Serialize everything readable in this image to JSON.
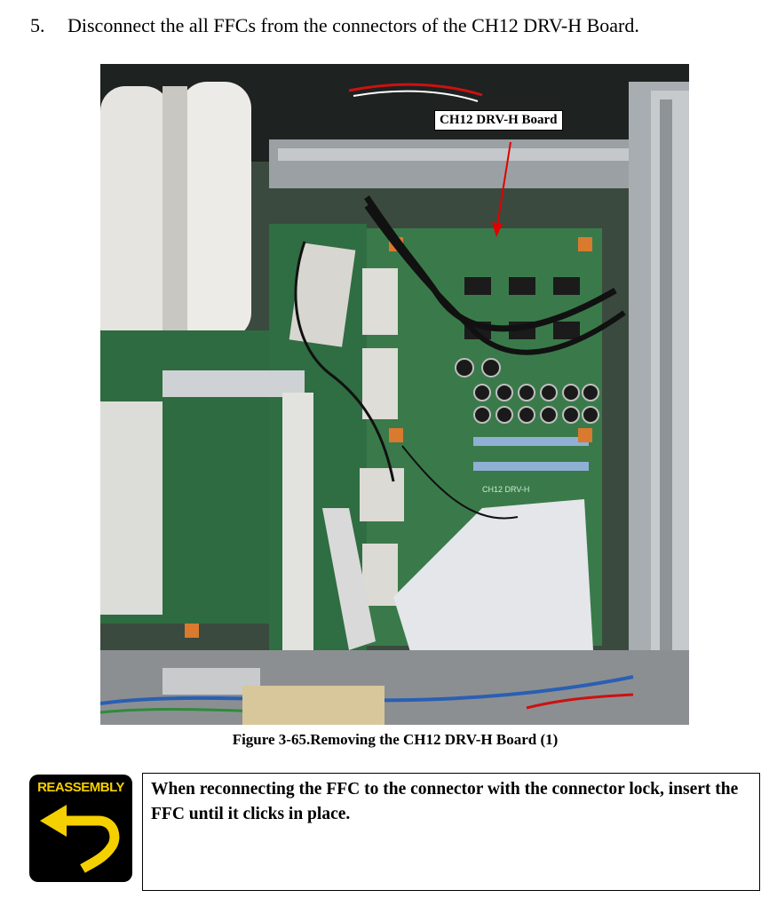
{
  "step": {
    "number": "5.",
    "text": "Disconnect the all FFCs from the connectors of the CH12 DRV-H Board."
  },
  "figure": {
    "callout_label": "CH12 DRV-H Board",
    "caption": "Figure 3-65.Removing the CH12 DRV-H Board (1)",
    "board_silkscreen": "CH12 DRV-H"
  },
  "reassembly": {
    "icon_label": "REASSEMBLY",
    "note": "When reconnecting the FFC to the connector with the connector lock, insert the FFC until it clicks in place."
  },
  "colors": {
    "pcb": "#3a7a4a",
    "arrow": "#e00000",
    "icon_yellow": "#f5d000"
  }
}
